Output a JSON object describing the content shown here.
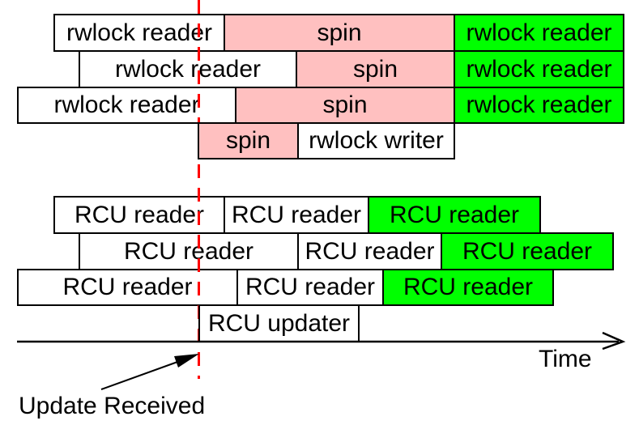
{
  "colors": {
    "pink": "#ffc0c0",
    "green": "#00ff00",
    "red": "#ff0000",
    "border": "#000000",
    "bg": "#ffffff"
  },
  "rwlock": {
    "rows": [
      {
        "segments": [
          "rwlock reader",
          "spin",
          "rwlock reader"
        ]
      },
      {
        "segments": [
          "rwlock reader",
          "spin",
          "rwlock reader"
        ]
      },
      {
        "segments": [
          "rwlock reader",
          "spin",
          "rwlock reader"
        ]
      },
      {
        "segments": [
          "spin",
          "rwlock writer"
        ]
      }
    ]
  },
  "rcu": {
    "rows": [
      {
        "segments": [
          "RCU reader",
          "RCU reader",
          "RCU reader"
        ]
      },
      {
        "segments": [
          "RCU reader",
          "RCU reader",
          "RCU reader"
        ]
      },
      {
        "segments": [
          "RCU reader",
          "RCU reader",
          "RCU reader"
        ]
      },
      {
        "segments": [
          "RCU updater"
        ]
      }
    ]
  },
  "axis": {
    "label": "Time"
  },
  "annotation": {
    "label": "Update Received"
  }
}
